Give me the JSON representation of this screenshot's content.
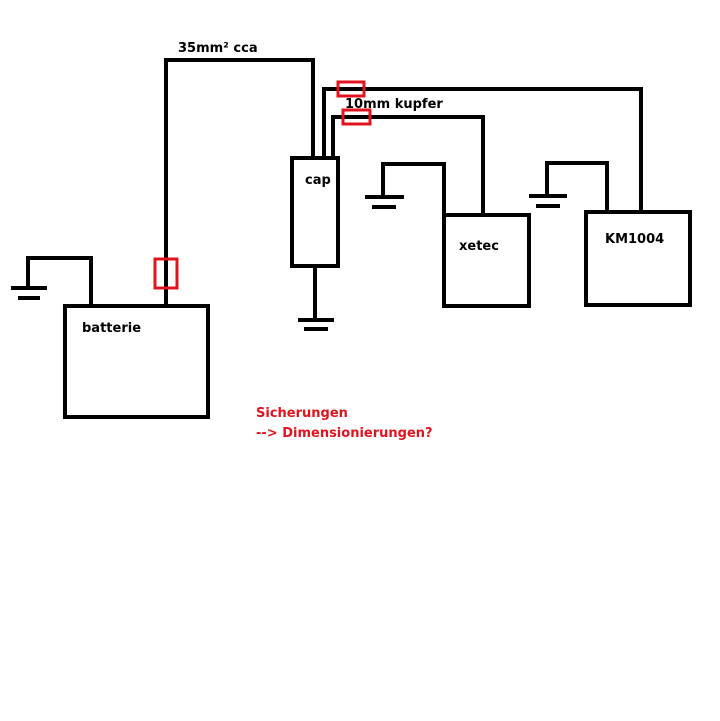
{
  "labels": {
    "cable_main": "35mm² cca",
    "cable_branch": "10mm kupfer",
    "battery": "batterie",
    "capacitor": "cap",
    "amp1": "xetec",
    "amp2": "KM1004"
  },
  "note": {
    "line1": "Sicherungen",
    "line2": "--> Dimensionierungen?"
  },
  "colors": {
    "wire": "#000000",
    "fuse": "#e0141e",
    "note_text": "#e0141e",
    "background": "#ffffff"
  }
}
